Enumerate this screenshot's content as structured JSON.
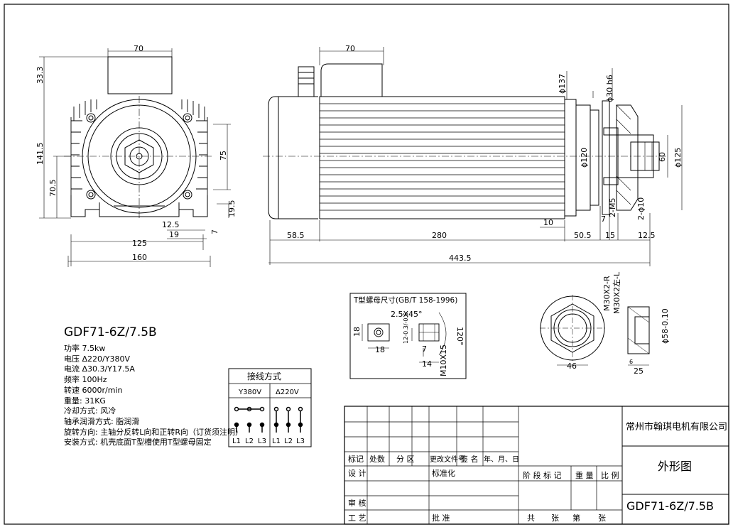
{
  "model_title": "GDF71-6Z/7.5B",
  "specs": [
    {
      "label": "功率",
      "value": "7.5kw"
    },
    {
      "label": "电压",
      "value": "Δ220/Y380V"
    },
    {
      "label": "电流",
      "value": "Δ30.3/Y17.5A"
    },
    {
      "label": "频率",
      "value": "100Hz"
    },
    {
      "label": "转速",
      "value": "6000r/min"
    },
    {
      "label": "重量:",
      "value": "31KG"
    },
    {
      "label": "冷却方式:",
      "value": "风冷"
    },
    {
      "label": "轴承润滑方式:",
      "value": "脂润滑"
    },
    {
      "label": "旋转方向:",
      "value": "主轴分反转L向和正转R向（订货须注明）"
    },
    {
      "label": "安装方式:",
      "value": "机壳底面T型槽使用T型螺母固定"
    }
  ],
  "front_view_dims": {
    "top_width": "70",
    "top_height": "33.3",
    "overall_height": "141.5",
    "center_height": "70.5",
    "hole_spacing": "75",
    "foot_height": "19.5",
    "slot_width": "12.5",
    "slot_pitch": "19",
    "slot_depth": "7",
    "foot_span": "125",
    "overall_width": "160"
  },
  "side_view_dims": {
    "box_width": "70",
    "d_body": "ϕ137",
    "d_spigot": "ϕ120",
    "d_shaft": "ϕ30 h6",
    "d_pcd": "ϕ125",
    "d_inner": "60",
    "thread": "2-M5",
    "hole": "2-ϕ10",
    "rear_len": "58.5",
    "body_len": "280",
    "gap": "10",
    "flange_len": "50.5",
    "shaft_len1": "15",
    "shaft_len2": "12.5",
    "small_7": "7",
    "total_len": "443.5"
  },
  "tnut": {
    "title": "T型螺母尺寸(GB/T 158-1996)",
    "chamfer": "2.5X45°",
    "angle": "120°",
    "h18": "18",
    "w18": "18",
    "tol": "12-0.3/-0.6",
    "d7": "7",
    "d14": "14",
    "thread": "M10X15"
  },
  "nut_view": {
    "thread_r": "M30X2-R",
    "thread_l": "M30X2左-L",
    "width": "46",
    "od": "ϕ58-0.10",
    "len": "25",
    "small": "6"
  },
  "wiring": {
    "title": "接线方式",
    "y_label": "Y380V",
    "d_label": "Δ220V",
    "terminals": [
      "L1",
      "L2",
      "L3",
      "L1",
      "L2",
      "L3"
    ]
  },
  "title_block": {
    "company": "常州市翰琪电机有限公司",
    "drawing_name": "外形图",
    "model": "GDF71-6Z/7.5B",
    "hdr_mark": "标记",
    "hdr_count": "处数",
    "hdr_zone": "分 区",
    "hdr_doc": "更改文件号",
    "hdr_sign": "签 名",
    "hdr_date": "年、月、日",
    "design": "设 计",
    "standard": "标准化",
    "stage": "阶 段 标 记",
    "weight": "重 量",
    "scale": "比 例",
    "review": "审 核",
    "process": "工 艺",
    "approve": "批 准",
    "total": "共",
    "sheets": "张",
    "page": "第",
    "sheet": "张"
  }
}
